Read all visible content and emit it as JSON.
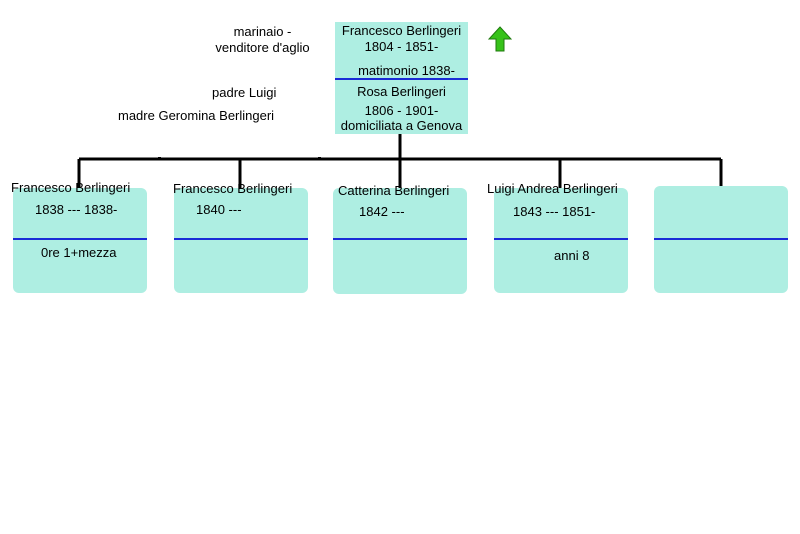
{
  "parents": {
    "father": {
      "name": "Francesco Berlingeri",
      "dates": "1804 - 1851-",
      "occupation_line1": "marinaio -",
      "occupation_line2": "venditore d'aglio",
      "father": "padre Luigi",
      "mother": "madre Geromina Berlingeri"
    },
    "marriage": "matimonio 1838-",
    "mother": {
      "name": "Rosa Berlingeri",
      "dates": "1806 - 1901-",
      "residence": "domiciliata a Genova"
    }
  },
  "children": [
    {
      "name": "Francesco Berlingeri",
      "dates": "1838 --- 1838-",
      "note": "0re 1+mezza"
    },
    {
      "name": "Francesco Berlingeri",
      "dates": "1840 ---",
      "note": ""
    },
    {
      "name": "Catterina Berlingeri",
      "dates": "1842 ---",
      "note": ""
    },
    {
      "name": "Luigi Andrea Berlingeri",
      "dates": "1843 --- 1851-",
      "note": "anni 8"
    },
    {
      "name": "",
      "dates": "",
      "note": ""
    }
  ],
  "colors": {
    "box_fill": "#aeeee2",
    "divider": "#1a2bd6",
    "arrow_fill": "#37c21a"
  },
  "icons": {
    "up": "up-arrow-icon"
  }
}
